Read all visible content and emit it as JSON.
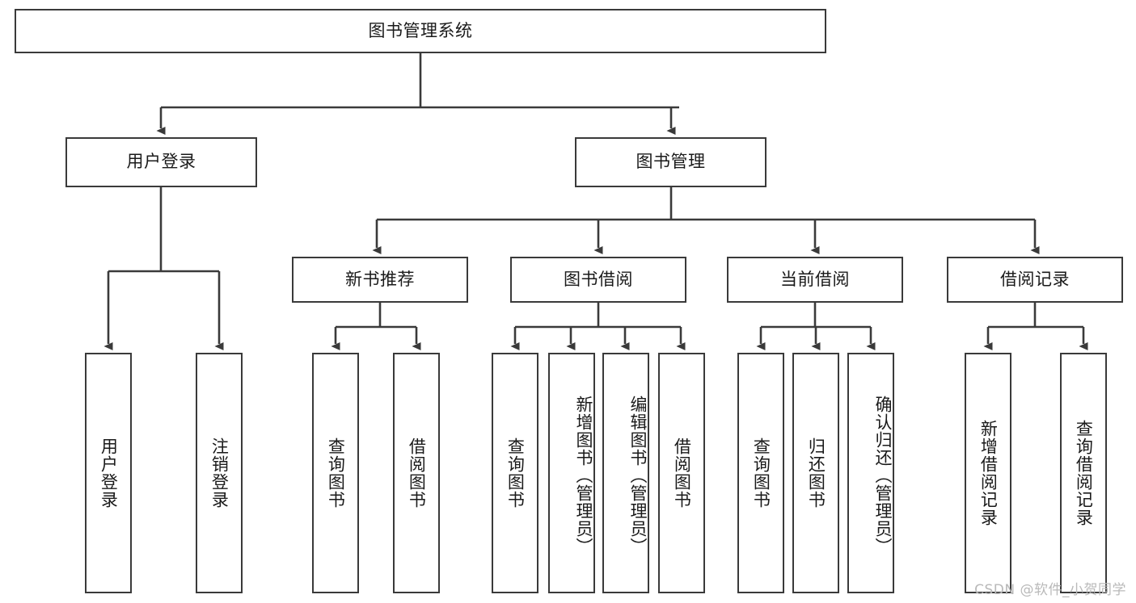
{
  "diagram": {
    "title": "图书管理系统",
    "watermark": "CSDN @软件_小贺同学",
    "stroke_color": "#3a3a3a",
    "background_color": "#ffffff",
    "text_color": "#1a1a1a",
    "nodes": {
      "root": "图书管理系统",
      "level2": {
        "user_login": "用户登录",
        "book_manage": "图书管理"
      },
      "level3": {
        "new_book_recommend": "新书推荐",
        "book_borrow": "图书借阅",
        "current_borrow": "当前借阅",
        "borrow_record": "借阅记录"
      },
      "leaves": {
        "user_login_children": [
          "用户登录",
          "注销登录"
        ],
        "new_book_recommend_children": [
          "查询图书",
          "借阅图书"
        ],
        "book_borrow_children": [
          "查询图书",
          "新增图书（管理员）",
          "编辑图书（管理员）",
          "借阅图书"
        ],
        "current_borrow_children": [
          "查询图书",
          "归还图书",
          "确认归还（管理员）"
        ],
        "borrow_record_children": [
          "新增借阅记录",
          "查询借阅记录"
        ]
      }
    }
  }
}
